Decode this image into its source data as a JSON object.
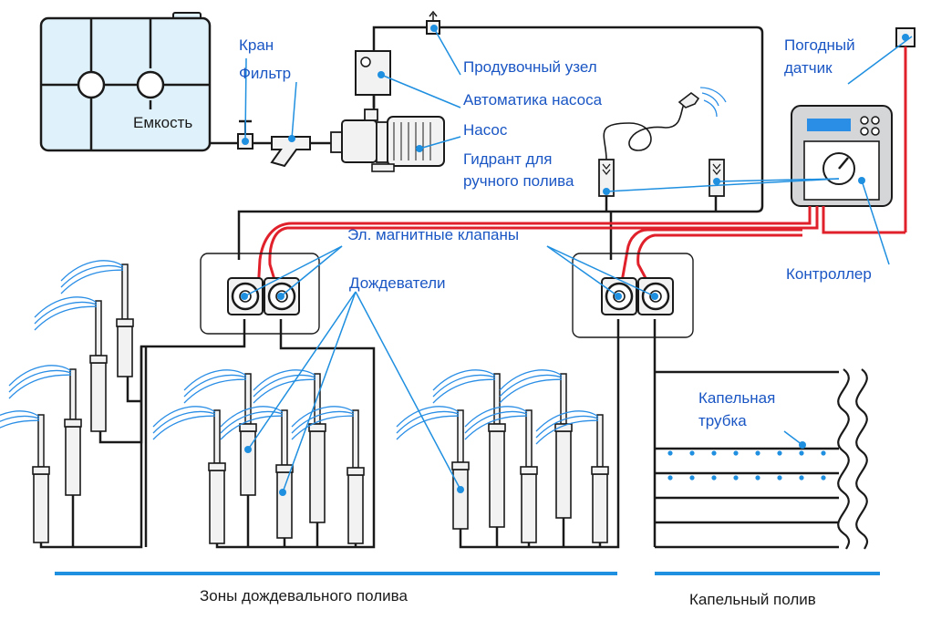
{
  "colors": {
    "label_blue": "#1a56c4",
    "pointer_blue": "#1f8fe0",
    "tank_fill": "#dff2fb",
    "wire_red": "#e0202a",
    "pipe_black": "#1a1a1a",
    "zone_bar": "#1f8fe0",
    "drip_dot": "#1f8fe0",
    "controller_body": "#d4d6d8",
    "controller_display": "#2a8ee6"
  },
  "labels": {
    "tank": "Емкость",
    "valve": "Кран",
    "filter": "Фильтр",
    "purge": "Продувочный узел",
    "pump_auto": "Автоматика насоса",
    "pump": "Насос",
    "hydrant_line1": "Гидрант для",
    "hydrant_line2": "ручного полива",
    "weather_line1": "Погодный",
    "weather_line2": "датчик",
    "solenoids": "Эл. магнитные клапаны",
    "sprinklers": "Дождеватели",
    "controller": "Контроллер",
    "drip_tube_line1": "Капельная",
    "drip_tube_line2": "трубка",
    "zone_sprinkler": "Зоны дождевального полива",
    "zone_drip": "Капельный полив"
  }
}
